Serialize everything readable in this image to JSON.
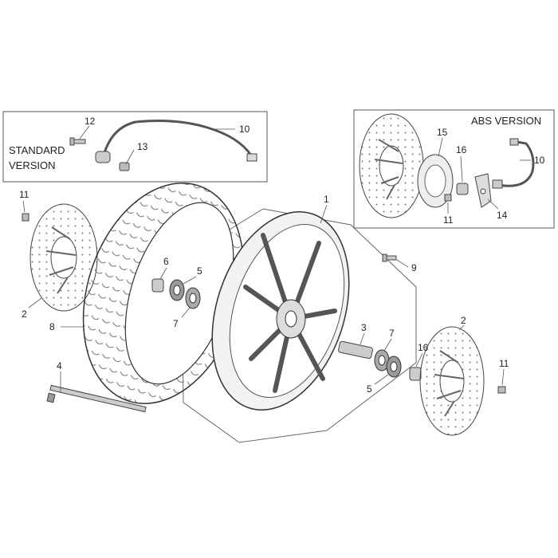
{
  "insets": {
    "standard": {
      "title_line1": "STANDARD",
      "title_line2": "VERSION"
    },
    "abs": {
      "title": "ABS VERSION"
    }
  },
  "callouts": {
    "c1": "1",
    "c2_left": "2",
    "c2_right": "2",
    "c3": "3",
    "c4": "4",
    "c5_upper": "5",
    "c5_lower": "5",
    "c6": "6",
    "c7_upper": "7",
    "c7_lower": "7",
    "c8": "8",
    "c9": "9",
    "c10_std": "10",
    "c10_abs": "10",
    "c11_left": "11",
    "c11_right": "11",
    "c11_abs": "11",
    "c12": "12",
    "c13": "13",
    "c14": "14",
    "c15": "15",
    "c16_abs": "16",
    "c16_main": "16"
  }
}
